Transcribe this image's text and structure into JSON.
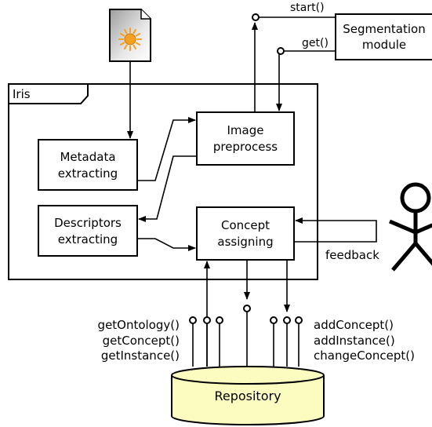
{
  "container": {
    "label": "Iris"
  },
  "boxes": {
    "metadata": [
      "Metadata",
      "extracting"
    ],
    "descriptors": [
      "Descriptors",
      "extracting"
    ],
    "preprocess": [
      "Image",
      "preprocess"
    ],
    "concept": [
      "Concept",
      "assigning"
    ],
    "segmentation": [
      "Segmentation",
      "module"
    ]
  },
  "interfaces": {
    "start": "start()",
    "get": "get()",
    "feedback": "feedback",
    "getOntology": "getOntology()",
    "getConcept": "getConcept()",
    "getInstance": "getInstance()",
    "addConcept": "addConcept()",
    "addInstance": "addInstance()",
    "changeConcept": "changeConcept()"
  },
  "repository": {
    "label": "Repository"
  },
  "icons": {
    "document": "image-file-icon",
    "user": "stick-figure-user-icon"
  },
  "colors": {
    "repository_fill": "#fdfcc0",
    "sun_fill": "#f5a020",
    "document_shade": "#bdbdbd"
  }
}
